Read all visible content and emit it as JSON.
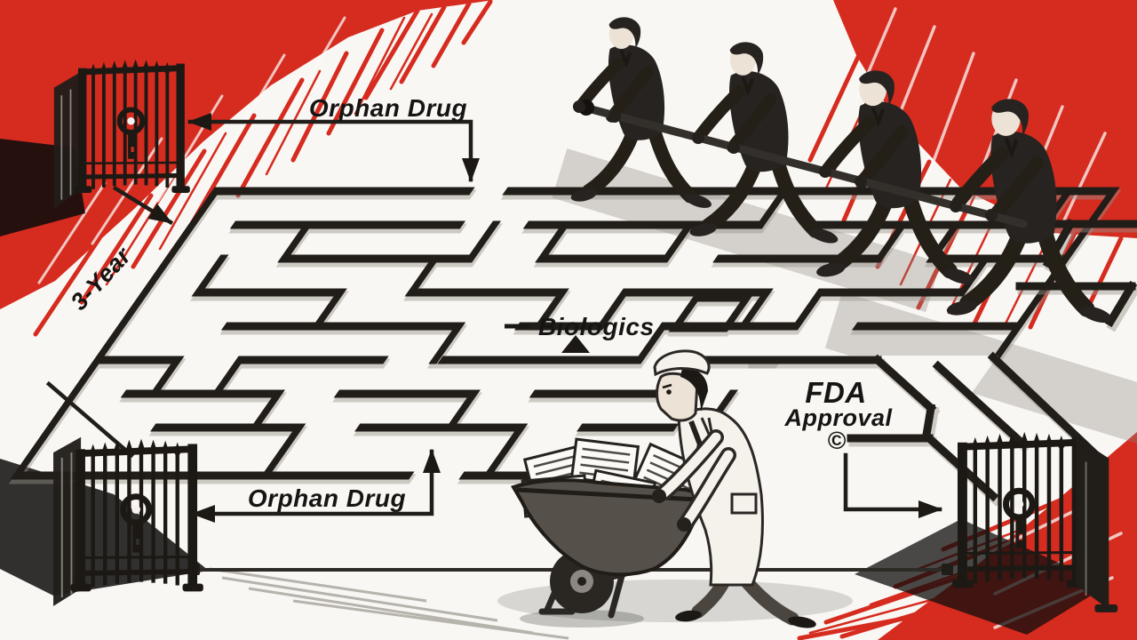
{
  "scene": {
    "title": "Orphan Drug regulatory maze editorial illustration",
    "labels": {
      "orphan_drug_top": "Orphan Drug",
      "three_year": "3-Year",
      "biologics": "Biologics",
      "fda_line1": "FDA",
      "fda_line2": "Approval",
      "copyright": "©",
      "orphan_drug_bottom": "Orphan Drug"
    },
    "colors": {
      "red": "#d62b1f",
      "red_light": "#e8564a",
      "ink": "#211d19",
      "paper": "#f9f7f3",
      "suit": "#262320",
      "coat": "#f5f2ec"
    }
  }
}
